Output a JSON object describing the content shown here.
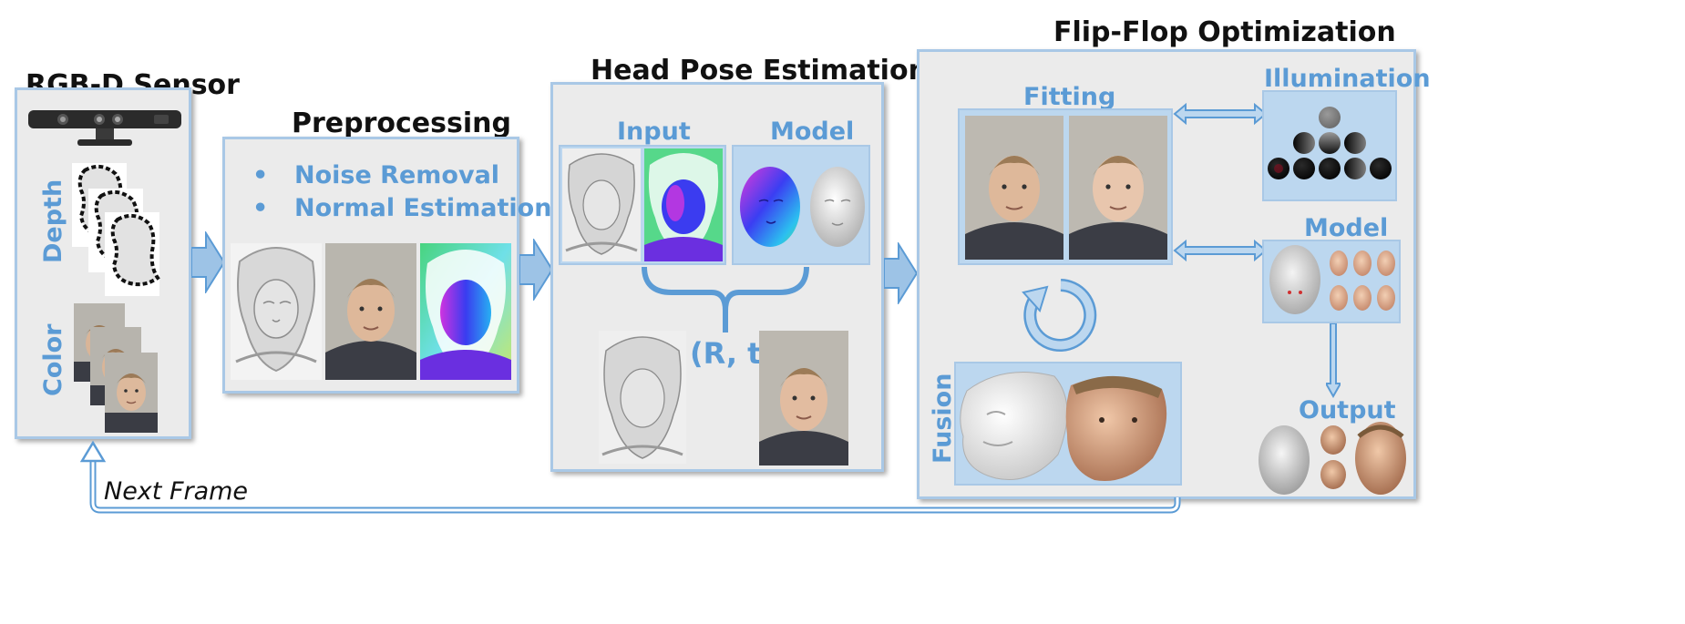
{
  "titles": {
    "rgbd": "RGB-D Sensor",
    "preprocessing": "Preprocessing",
    "head_pose": "Head Pose Estimation",
    "flip_flop": "Flip-Flop Optimization"
  },
  "sensor": {
    "depth_label": "Depth",
    "color_label": "Color"
  },
  "preprocessing": {
    "bullets": [
      "Noise Removal",
      "Normal Estimation"
    ]
  },
  "head_pose": {
    "input_label": "Input",
    "model_label": "Model",
    "pose_label": "(R, t)"
  },
  "flip_flop": {
    "fitting_label": "Fitting",
    "illumination_label": "Illumination",
    "model_label": "Model",
    "output_label": "Output",
    "fusion_label": "Fusion"
  },
  "loop_label": "Next Frame",
  "colors": {
    "accent": "#5b9bd5",
    "panel_border": "#a9c8e6",
    "panel_fill": "#ebebeb",
    "subpanel_fill": "#bcd7ef"
  }
}
